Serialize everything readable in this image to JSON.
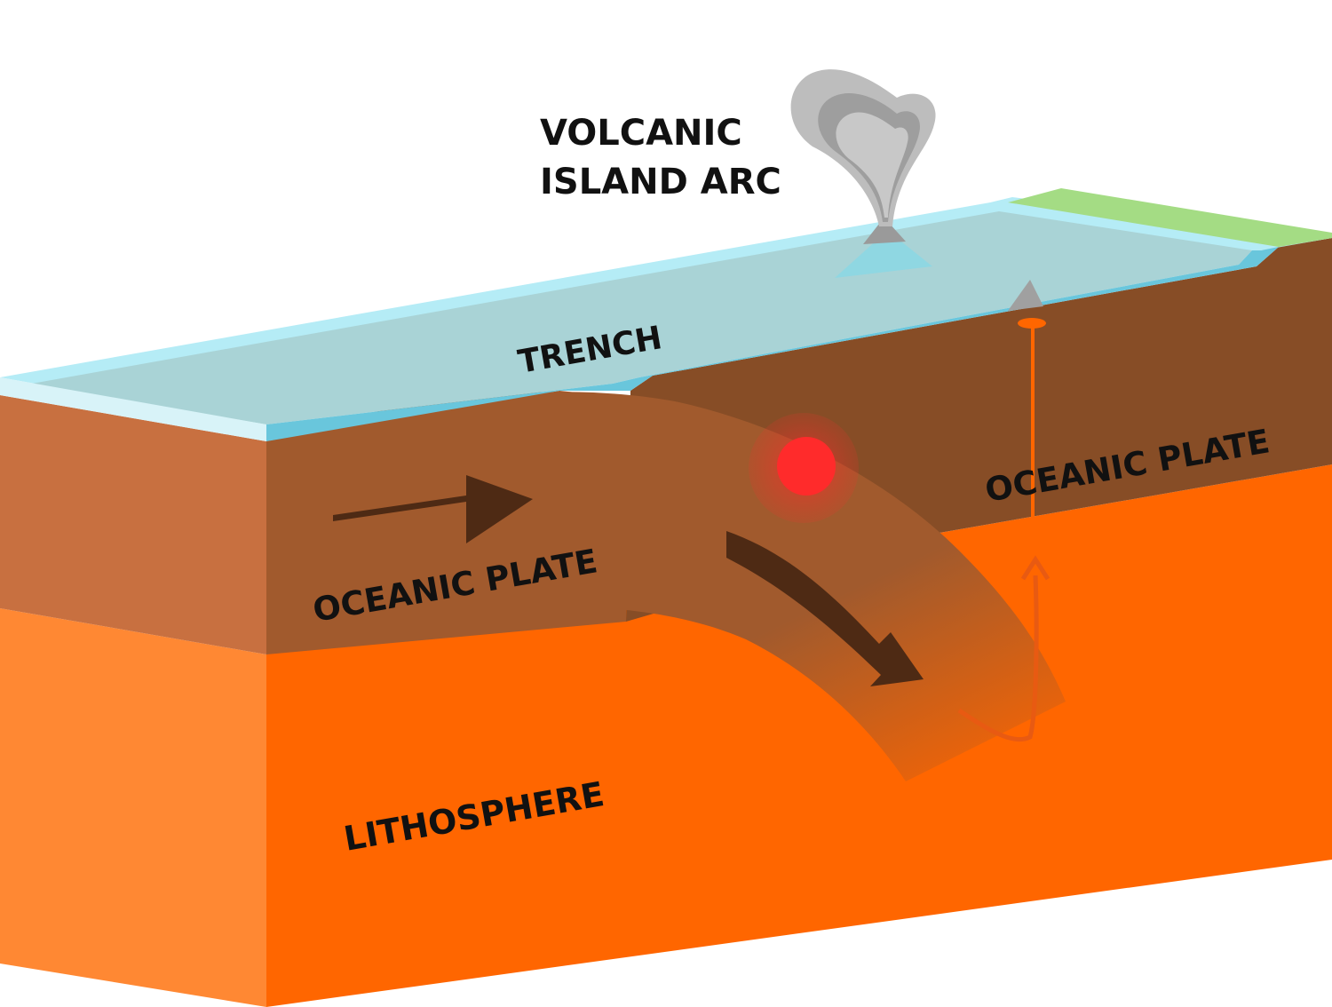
{
  "labels": {
    "volcanic_line1": "VOLCANIC",
    "volcanic_line2": "ISLAND ARC",
    "trench": "TRENCH",
    "oceanic_plate_left": "OCEANIC PLATE",
    "oceanic_plate_right": "OCEANIC PLATE",
    "lithosphere": "LITHOSPHERE"
  },
  "colors": {
    "water_surface": "#b5ecf6",
    "water_top": "#a9d3d6",
    "water_edge": "#69c6dc",
    "land_green": "#a4dc84",
    "plate_front": "#a15a2d",
    "plate_side": "#c87040",
    "plate_right": "#874d26",
    "mantle_front": "#ff6600",
    "mantle_side": "#ff8833",
    "arrow": "#4e2a14",
    "magma": "#e85a12",
    "hotspot": "#ff2b2b",
    "ash": "#c0c0c0"
  }
}
